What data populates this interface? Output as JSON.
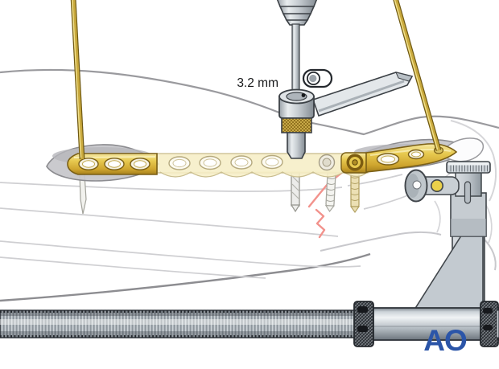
{
  "figure": {
    "caption_label": "3.2 mm",
    "logo_text": "AO",
    "colors": {
      "logo_blue": "#2b55a8",
      "fracture_red": "#f2928c",
      "plate_gold": "#e7c94f",
      "wire_gold": "#c9a93d",
      "instrument_gray": "#c6ccd1",
      "tissue_gray": "#c6c6ca",
      "bone_outline_gray": "#cfcfd2"
    },
    "icons": [
      {
        "name": "combi-hole-icon",
        "meaning": "plate combination hole with drill position dot"
      }
    ],
    "components": [
      "drill-chuck",
      "drill-bit",
      "drill-sleeve",
      "sleeve-handle",
      "locking-plate",
      "locking-screw",
      "ghost-screws",
      "kirschner-wire-left",
      "kirschner-wire-right",
      "fracture-line",
      "soft-tissue-window-left",
      "soft-tissue-window-right",
      "external-distractor",
      "threaded-rod",
      "distractor-clamp",
      "forearm-bones"
    ]
  }
}
